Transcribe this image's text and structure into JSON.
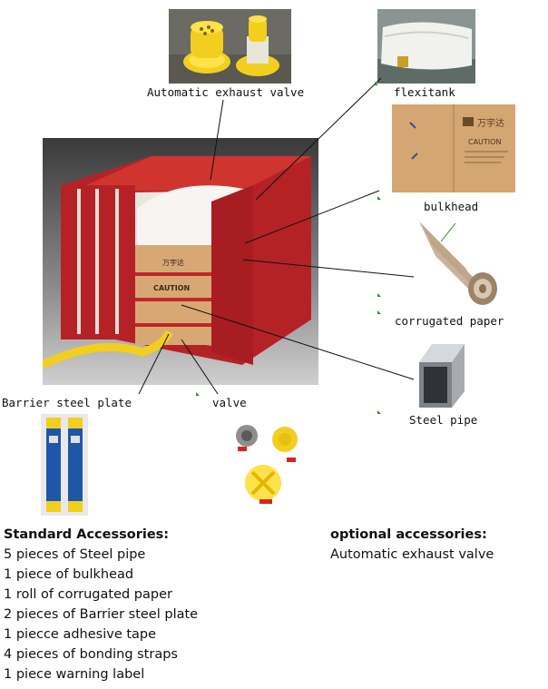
{
  "labels": {
    "exhaust_valve": "Automatic exhaust valve",
    "flexitank": "flexitank",
    "bulkhead": "bulkhead",
    "corrugated_paper": "corrugated paper",
    "barrier_plate": "Barrier steel plate",
    "valve": "valve",
    "steel_pipe": "Steel pipe"
  },
  "container_print": {
    "brand": "万宇达",
    "caution": "CAUTION"
  },
  "bulkhead_print": {
    "brand": "万宇达",
    "caution": "CAUTION"
  },
  "standard": {
    "title": "Standard Accessories:",
    "items": [
      "5 pieces of Steel pipe",
      "1 piece of bulkhead",
      "1 roll of corrugated paper",
      "2 pieces of Barrier steel plate",
      "1 piecce adhesive tape",
      "4 pieces of bonding straps",
      "1 piece warning label"
    ]
  },
  "optional": {
    "title": "optional accessories:",
    "items": [
      "Automatic exhaust valve"
    ]
  },
  "colors": {
    "container_red": "#c0262a",
    "valve_yellow": "#f2cf1e",
    "kraft": "#d8a874",
    "strap_blue": "#1f56a8"
  }
}
